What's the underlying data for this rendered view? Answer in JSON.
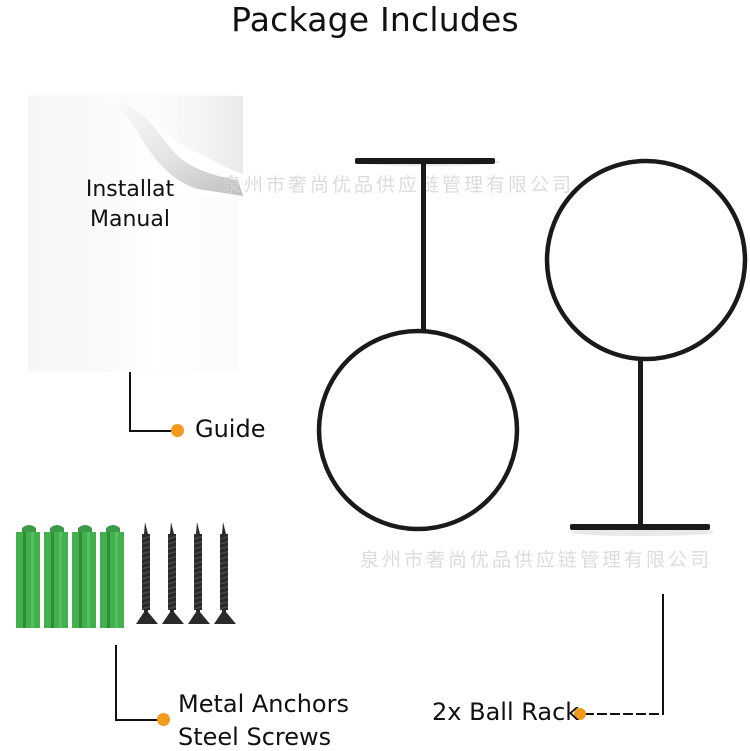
{
  "header": {
    "title": "Package Includes"
  },
  "manual": {
    "line1": "Installat",
    "line2": "Manual"
  },
  "callouts": {
    "guide": "Guide",
    "anchors": "Metal Anchors",
    "screws": "Steel Screws",
    "ball_rack": "2x Ball Rack"
  },
  "watermarks": {
    "top": "泉州市奢尚优品供应链管理有限公司",
    "bottom": "泉州市奢尚优品供应链管理有限公司"
  },
  "colors": {
    "accent_dot": "#f29a1c",
    "anchor_green": "#3fae49",
    "metal_black": "#1a1a1a"
  },
  "items": [
    {
      "name": "Installation Manual",
      "label": "Guide"
    },
    {
      "name": "Green plastic anchors",
      "count": 4
    },
    {
      "name": "Black steel screws",
      "count": 4
    },
    {
      "name": "Ball Rack",
      "count": 2
    }
  ]
}
